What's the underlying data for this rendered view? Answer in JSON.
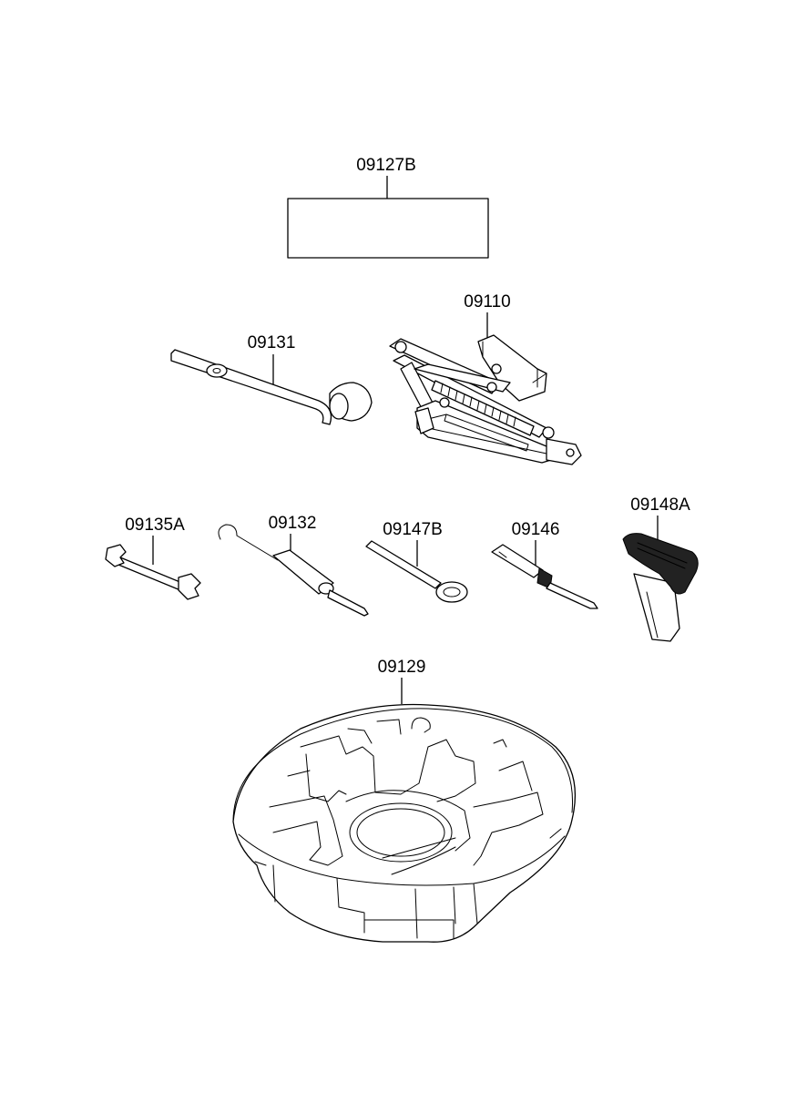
{
  "parts": [
    {
      "id": "label-box",
      "number": "09127B"
    },
    {
      "id": "scissor-jack",
      "number": "09110"
    },
    {
      "id": "jack-handle",
      "number": "09131"
    },
    {
      "id": "spanner",
      "number": "09135A"
    },
    {
      "id": "hook-rod",
      "number": "09132"
    },
    {
      "id": "eye-rod",
      "number": "09147B"
    },
    {
      "id": "screwdriver",
      "number": "09146"
    },
    {
      "id": "tow-hook-handle",
      "number": "09148A"
    },
    {
      "id": "tool-tray",
      "number": "09129"
    }
  ]
}
